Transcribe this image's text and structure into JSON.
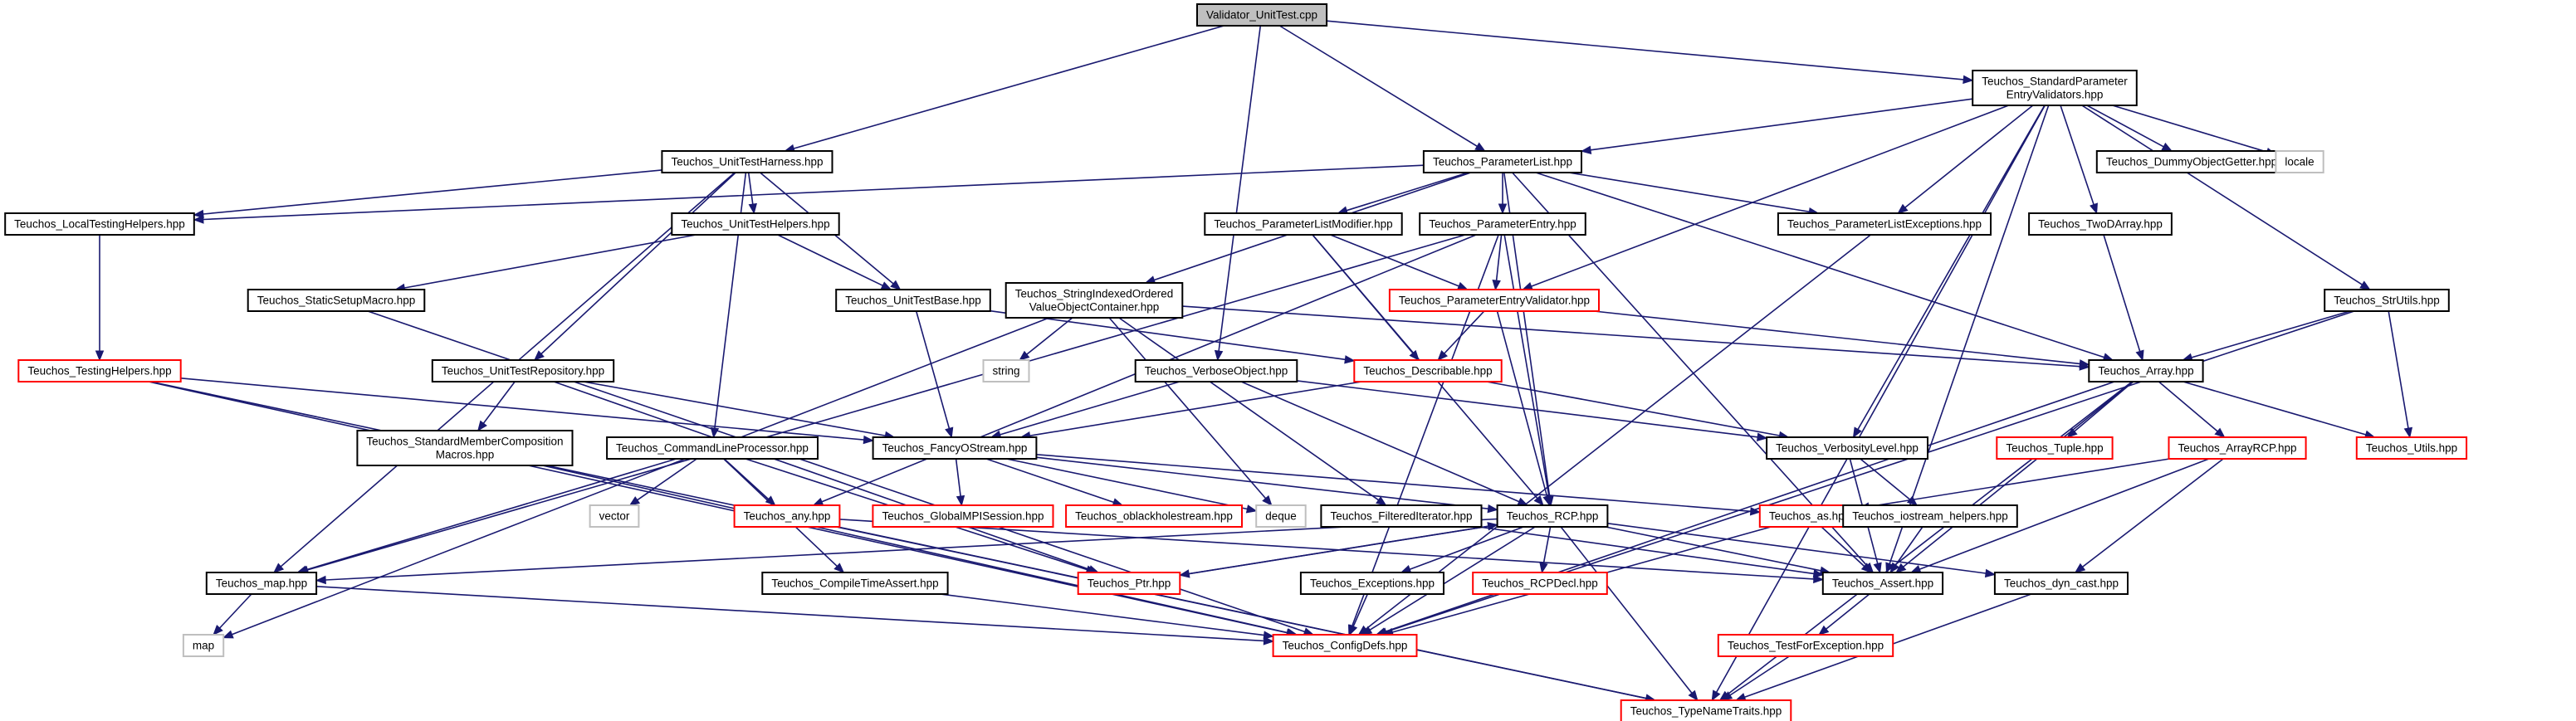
{
  "colors": {
    "root_fill": "#bfbfbf",
    "node_fill": "#ffffff",
    "border_documented": "#000000",
    "border_undocumented": "#ff0000",
    "border_external": "#bfbfbf",
    "edge": "#191970"
  },
  "nodes": [
    {
      "id": "root",
      "lines": [
        "Validator_UnitTest.cpp"
      ],
      "kind": "root"
    },
    {
      "id": "harness",
      "lines": [
        "Teuchos_UnitTestHarness.hpp"
      ],
      "kind": "doc"
    },
    {
      "id": "plist",
      "lines": [
        "Teuchos_ParameterList.hpp"
      ],
      "kind": "doc"
    },
    {
      "id": "stdval",
      "lines": [
        "Teuchos_StandardParameter",
        "EntryValidators.hpp"
      ],
      "kind": "doc"
    },
    {
      "id": "localtest",
      "lines": [
        "Teuchos_LocalTestingHelpers.hpp"
      ],
      "kind": "doc"
    },
    {
      "id": "uthelpers",
      "lines": [
        "Teuchos_UnitTestHelpers.hpp"
      ],
      "kind": "doc"
    },
    {
      "id": "plistmod",
      "lines": [
        "Teuchos_ParameterListModifier.hpp"
      ],
      "kind": "doc"
    },
    {
      "id": "pentry",
      "lines": [
        "Teuchos_ParameterEntry.hpp"
      ],
      "kind": "doc"
    },
    {
      "id": "plistexc",
      "lines": [
        "Teuchos_ParameterListExceptions.hpp"
      ],
      "kind": "doc"
    },
    {
      "id": "dummy",
      "lines": [
        "Teuchos_DummyObjectGetter.hpp"
      ],
      "kind": "doc"
    },
    {
      "id": "locale",
      "lines": [
        "locale"
      ],
      "kind": "ext"
    },
    {
      "id": "twod",
      "lines": [
        "Teuchos_TwoDArray.hpp"
      ],
      "kind": "doc"
    },
    {
      "id": "staticsetup",
      "lines": [
        "Teuchos_StaticSetupMacro.hpp"
      ],
      "kind": "doc"
    },
    {
      "id": "utbase",
      "lines": [
        "Teuchos_UnitTestBase.hpp"
      ],
      "kind": "doc"
    },
    {
      "id": "sio",
      "lines": [
        "Teuchos_StringIndexedOrdered",
        "ValueObjectContainer.hpp"
      ],
      "kind": "doc"
    },
    {
      "id": "pev",
      "lines": [
        "Teuchos_ParameterEntryValidator.hpp"
      ],
      "kind": "undoc"
    },
    {
      "id": "strutils",
      "lines": [
        "Teuchos_StrUtils.hpp"
      ],
      "kind": "doc"
    },
    {
      "id": "testhelpers",
      "lines": [
        "Teuchos_TestingHelpers.hpp"
      ],
      "kind": "undoc"
    },
    {
      "id": "utrepo",
      "lines": [
        "Teuchos_UnitTestRepository.hpp"
      ],
      "kind": "doc"
    },
    {
      "id": "string",
      "lines": [
        "string"
      ],
      "kind": "ext"
    },
    {
      "id": "verbose",
      "lines": [
        "Teuchos_VerboseObject.hpp"
      ],
      "kind": "doc"
    },
    {
      "id": "describable",
      "lines": [
        "Teuchos_Describable.hpp"
      ],
      "kind": "undoc"
    },
    {
      "id": "array",
      "lines": [
        "Teuchos_Array.hpp"
      ],
      "kind": "doc"
    },
    {
      "id": "stdmember",
      "lines": [
        "Teuchos_StandardMemberComposition",
        "Macros.hpp"
      ],
      "kind": "doc"
    },
    {
      "id": "clp",
      "lines": [
        "Teuchos_CommandLineProcessor.hpp"
      ],
      "kind": "doc"
    },
    {
      "id": "fancy",
      "lines": [
        "Teuchos_FancyOStream.hpp"
      ],
      "kind": "doc"
    },
    {
      "id": "tuple",
      "lines": [
        "Teuchos_Tuple.hpp"
      ],
      "kind": "undoc"
    },
    {
      "id": "arrayrcp",
      "lines": [
        "Teuchos_ArrayRCP.hpp"
      ],
      "kind": "undoc"
    },
    {
      "id": "utils",
      "lines": [
        "Teuchos_Utils.hpp"
      ],
      "kind": "undoc"
    },
    {
      "id": "verbosity",
      "lines": [
        "Teuchos_VerbosityLevel.hpp"
      ],
      "kind": "doc"
    },
    {
      "id": "vector",
      "lines": [
        "vector"
      ],
      "kind": "ext"
    },
    {
      "id": "any",
      "lines": [
        "Teuchos_any.hpp"
      ],
      "kind": "undoc"
    },
    {
      "id": "gmpi",
      "lines": [
        "Teuchos_GlobalMPISession.hpp"
      ],
      "kind": "undoc"
    },
    {
      "id": "oblack",
      "lines": [
        "Teuchos_oblackholestream.hpp"
      ],
      "kind": "undoc"
    },
    {
      "id": "deque",
      "lines": [
        "deque"
      ],
      "kind": "ext"
    },
    {
      "id": "filtered",
      "lines": [
        "Teuchos_FilteredIterator.hpp"
      ],
      "kind": "doc"
    },
    {
      "id": "rcp",
      "lines": [
        "Teuchos_RCP.hpp"
      ],
      "kind": "doc"
    },
    {
      "id": "as",
      "lines": [
        "Teuchos_as.hpp"
      ],
      "kind": "undoc"
    },
    {
      "id": "iostream",
      "lines": [
        "Teuchos_iostream_helpers.hpp"
      ],
      "kind": "doc"
    },
    {
      "id": "map",
      "lines": [
        "Teuchos_map.hpp"
      ],
      "kind": "doc"
    },
    {
      "id": "cta",
      "lines": [
        "Teuchos_CompileTimeAssert.hpp"
      ],
      "kind": "doc"
    },
    {
      "id": "ptr",
      "lines": [
        "Teuchos_Ptr.hpp"
      ],
      "kind": "undoc"
    },
    {
      "id": "exceptions",
      "lines": [
        "Teuchos_Exceptions.hpp"
      ],
      "kind": "doc"
    },
    {
      "id": "rcpdecl",
      "lines": [
        "Teuchos_RCPDecl.hpp"
      ],
      "kind": "undoc"
    },
    {
      "id": "assert",
      "lines": [
        "Teuchos_Assert.hpp"
      ],
      "kind": "doc"
    },
    {
      "id": "dyncast",
      "lines": [
        "Teuchos_dyn_cast.hpp"
      ],
      "kind": "doc"
    },
    {
      "id": "mapstd",
      "lines": [
        "map"
      ],
      "kind": "ext"
    },
    {
      "id": "configdefs",
      "lines": [
        "Teuchos_ConfigDefs.hpp"
      ],
      "kind": "undoc"
    },
    {
      "id": "testforexc",
      "lines": [
        "Teuchos_TestForException.hpp"
      ],
      "kind": "undoc"
    },
    {
      "id": "typenametraits",
      "lines": [
        "Teuchos_TypeNameTraits.hpp"
      ],
      "kind": "undoc"
    }
  ],
  "edges": [
    [
      "root",
      "harness"
    ],
    [
      "root",
      "plist"
    ],
    [
      "root",
      "stdval"
    ],
    [
      "root",
      "verbose"
    ],
    [
      "harness",
      "localtest"
    ],
    [
      "harness",
      "uthelpers"
    ],
    [
      "harness",
      "utbase"
    ],
    [
      "harness",
      "utrepo"
    ],
    [
      "harness",
      "clp"
    ],
    [
      "harness",
      "map"
    ],
    [
      "localtest",
      "testhelpers"
    ],
    [
      "uthelpers",
      "staticsetup"
    ],
    [
      "uthelpers",
      "utbase"
    ],
    [
      "staticsetup",
      "configdefs"
    ],
    [
      "utbase",
      "fancy"
    ],
    [
      "utbase",
      "describable"
    ],
    [
      "testhelpers",
      "fancy"
    ],
    [
      "testhelpers",
      "configdefs"
    ],
    [
      "testhelpers",
      "typenametraits"
    ],
    [
      "utrepo",
      "stdmember"
    ],
    [
      "utrepo",
      "fancy"
    ],
    [
      "utrepo",
      "ptr"
    ],
    [
      "stdmember",
      "configdefs"
    ],
    [
      "clp",
      "any"
    ],
    [
      "clp",
      "vector"
    ],
    [
      "clp",
      "map"
    ],
    [
      "clp",
      "cta"
    ],
    [
      "clp",
      "ptr"
    ],
    [
      "plist",
      "localtest"
    ],
    [
      "plist",
      "plistmod"
    ],
    [
      "plist",
      "pentry"
    ],
    [
      "plist",
      "plistexc"
    ],
    [
      "plist",
      "sio"
    ],
    [
      "plist",
      "array"
    ],
    [
      "plist",
      "rcp"
    ],
    [
      "plist",
      "assert"
    ],
    [
      "plistmod",
      "pev"
    ],
    [
      "plistmod",
      "describable"
    ],
    [
      "plistmod",
      "rcp"
    ],
    [
      "pentry",
      "pev"
    ],
    [
      "pentry",
      "any"
    ],
    [
      "pentry",
      "rcp"
    ],
    [
      "pentry",
      "map"
    ],
    [
      "pentry",
      "configdefs"
    ],
    [
      "plistexc",
      "configdefs"
    ],
    [
      "sio",
      "array"
    ],
    [
      "sio",
      "string"
    ],
    [
      "sio",
      "filtered"
    ],
    [
      "sio",
      "deque"
    ],
    [
      "sio",
      "mapstd"
    ],
    [
      "pev",
      "describable"
    ],
    [
      "pev",
      "array"
    ],
    [
      "pev",
      "rcp"
    ],
    [
      "describable",
      "verbosity"
    ],
    [
      "describable",
      "fancy"
    ],
    [
      "verbose",
      "fancy"
    ],
    [
      "verbose",
      "verbosity"
    ],
    [
      "verbose",
      "rcp"
    ],
    [
      "fancy",
      "gmpi"
    ],
    [
      "fancy",
      "oblack"
    ],
    [
      "fancy",
      "deque"
    ],
    [
      "fancy",
      "rcp"
    ],
    [
      "fancy",
      "as"
    ],
    [
      "stdval",
      "plist"
    ],
    [
      "stdval",
      "plistexc"
    ],
    [
      "stdval",
      "pev"
    ],
    [
      "stdval",
      "dummy"
    ],
    [
      "stdval",
      "locale"
    ],
    [
      "stdval",
      "twod"
    ],
    [
      "stdval",
      "strutils"
    ],
    [
      "stdval",
      "verbosity"
    ],
    [
      "stdval",
      "assert"
    ],
    [
      "stdval",
      "typenametraits"
    ],
    [
      "twod",
      "array"
    ],
    [
      "strutils",
      "array"
    ],
    [
      "strutils",
      "utils"
    ],
    [
      "strutils",
      "configdefs"
    ],
    [
      "array",
      "tuple"
    ],
    [
      "array",
      "arrayrcp"
    ],
    [
      "array",
      "utils"
    ],
    [
      "array",
      "assert"
    ],
    [
      "array",
      "configdefs"
    ],
    [
      "array",
      "typenametraits"
    ],
    [
      "arrayrcp",
      "as"
    ],
    [
      "arrayrcp",
      "assert"
    ],
    [
      "arrayrcp",
      "dyncast"
    ],
    [
      "verbosity",
      "iostream"
    ],
    [
      "verbosity",
      "assert"
    ],
    [
      "iostream",
      "assert"
    ],
    [
      "as",
      "assert"
    ],
    [
      "as",
      "configdefs"
    ],
    [
      "any",
      "assert"
    ],
    [
      "any",
      "typenametraits"
    ],
    [
      "filtered",
      "assert"
    ],
    [
      "rcp",
      "exceptions"
    ],
    [
      "rcp",
      "rcpdecl"
    ],
    [
      "rcp",
      "ptr"
    ],
    [
      "rcp",
      "assert"
    ],
    [
      "rcp",
      "dyncast"
    ],
    [
      "rcp",
      "map"
    ],
    [
      "rcp",
      "typenametraits"
    ],
    [
      "rcp",
      "configdefs"
    ],
    [
      "ptr",
      "rcp"
    ],
    [
      "exceptions",
      "configdefs"
    ],
    [
      "map",
      "configdefs"
    ],
    [
      "map",
      "mapstd"
    ],
    [
      "cta",
      "configdefs"
    ],
    [
      "assert",
      "testforexc"
    ],
    [
      "testforexc",
      "typenametraits"
    ],
    [
      "dyncast",
      "typenametraits"
    ]
  ]
}
